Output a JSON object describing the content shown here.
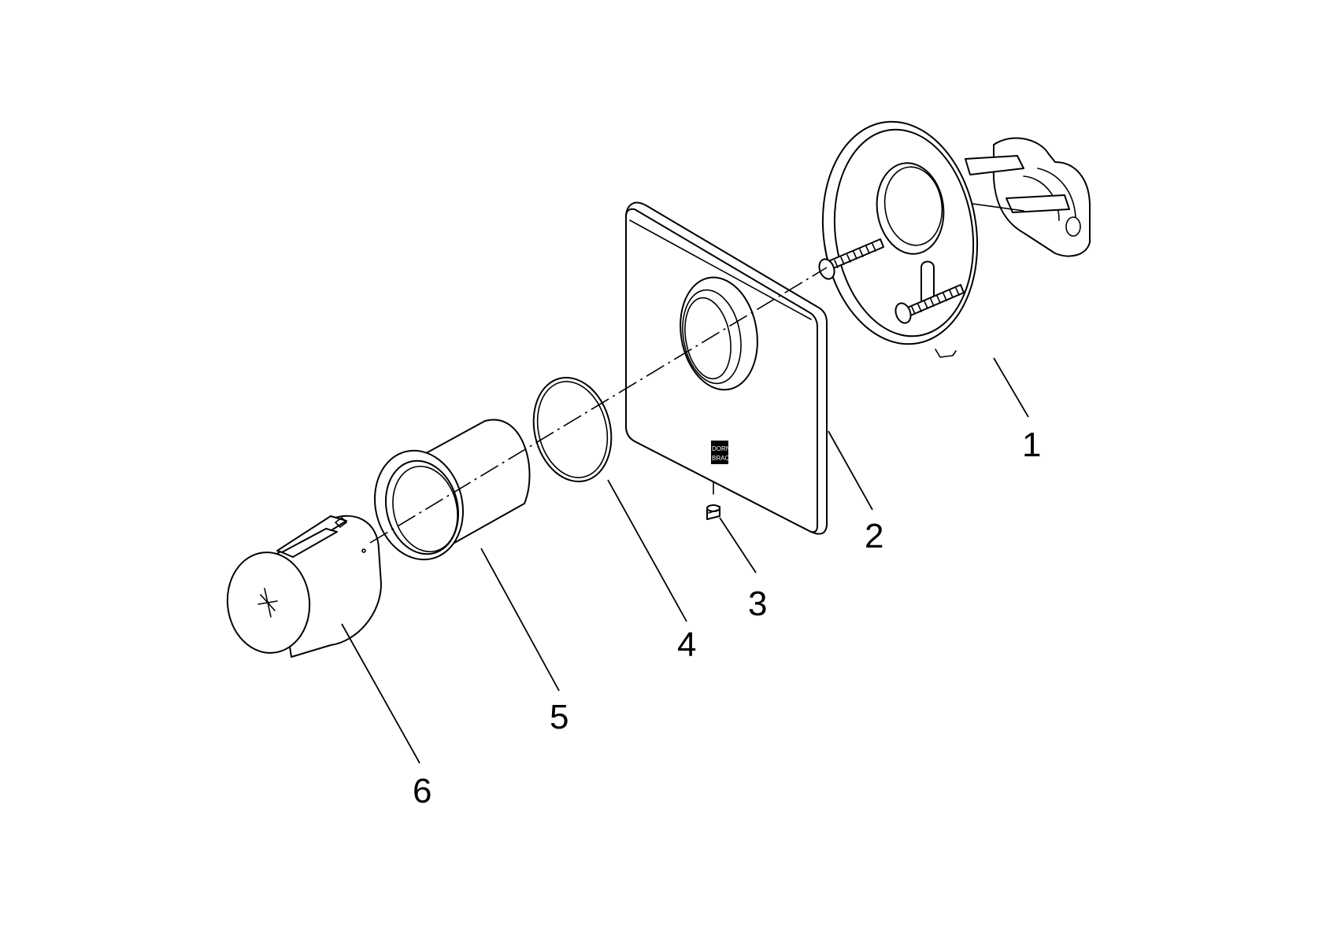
{
  "callouts": [
    {
      "id": "1",
      "label": "1"
    },
    {
      "id": "2",
      "label": "2"
    },
    {
      "id": "3",
      "label": "3"
    },
    {
      "id": "4",
      "label": "4"
    },
    {
      "id": "5",
      "label": "5"
    },
    {
      "id": "6",
      "label": "6"
    }
  ],
  "logo": {
    "line1": "DORN",
    "line2": "BRACHT"
  }
}
